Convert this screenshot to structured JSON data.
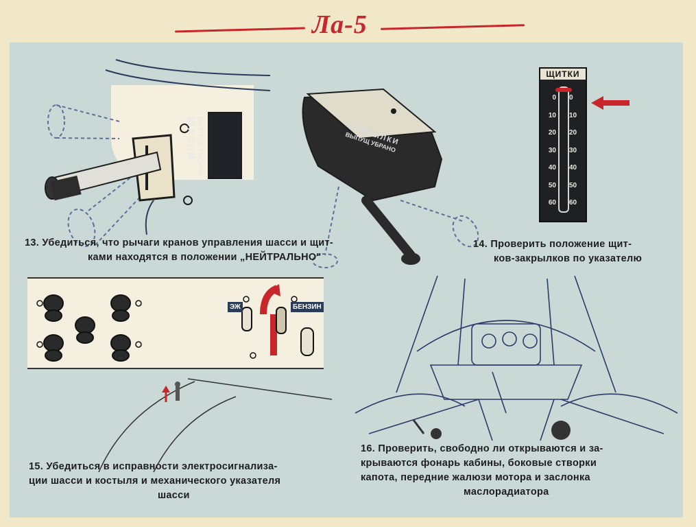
{
  "header": {
    "title": "Ла-5"
  },
  "sections": [
    {
      "id": "13",
      "caption_lines": [
        "13. Убедиться, что рычаги кранов управления шасси и щит-",
        "ками находятся в положении „НЕЙТРАЛЬНО\""
      ],
      "labels": {
        "panel_words": [
          "ВЫПУСК",
          "УБОРКА",
          "ШАССИ"
        ],
        "lever_plate": [
          "ЗАКРЫЛКИ",
          "ВЫПУЩ",
          "УБРАНО"
        ]
      }
    },
    {
      "id": "14",
      "caption_lines": [
        "14. Проверить положение щит-",
        "ков-закрылков по указателю"
      ],
      "gauge": {
        "title": "ЩИТКИ",
        "scale": [
          "0",
          "10",
          "20",
          "30",
          "40",
          "50",
          "60"
        ],
        "level_percent": 0
      }
    },
    {
      "id": "15",
      "caption_lines": [
        "15. Убедиться в исправности электросигнализа-",
        "ции шасси и костыля и механического указателя",
        "шасси"
      ],
      "labels": {
        "left_tag": "ЭЖ",
        "right_tag": "БЕНЗИН"
      }
    },
    {
      "id": "16",
      "caption_lines": [
        "16. Проверить, свободно ли открываются и за-",
        "крываются фонарь кабины, боковые створки",
        "капота, передние жалюзи мотора и заслонка",
        "маслорадиатора"
      ]
    }
  ],
  "colors": {
    "accent_red": "#c8262a",
    "panel_bg": "#cbd9d6",
    "paper": "#f1e7c9",
    "ink": "#1d1d1d"
  }
}
